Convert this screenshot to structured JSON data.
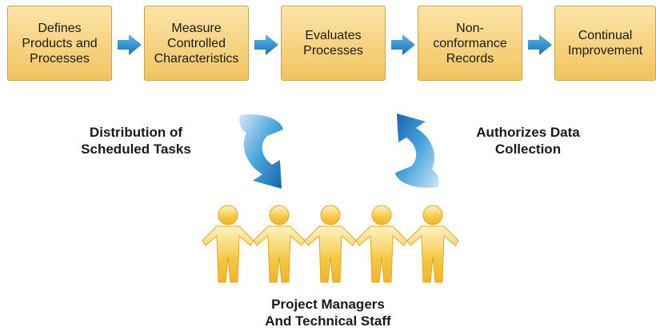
{
  "process_steps": [
    {
      "label": "Defines\nProducts and\nProcesses"
    },
    {
      "label": "Measure\nControlled\nCharacteristics"
    },
    {
      "label": "Evaluates\nProcesses"
    },
    {
      "label": "Non-\nconformance\nRecords"
    },
    {
      "label": "Continual\nImprovement"
    }
  ],
  "left_label": "Distribution of\nScheduled Tasks",
  "right_label": "Authorizes Data\nCollection",
  "team_label": "Project Managers\nAnd Technical Staff",
  "icons": [
    "right-arrow-icon",
    "curved-arrow-down-icon",
    "curved-arrow-up-icon",
    "paper-people-icon"
  ],
  "colors": {
    "box_top": "#fbe4a8",
    "box_bottom": "#f2c460",
    "arrow": "#1f86c7",
    "people": "#f5c842"
  }
}
